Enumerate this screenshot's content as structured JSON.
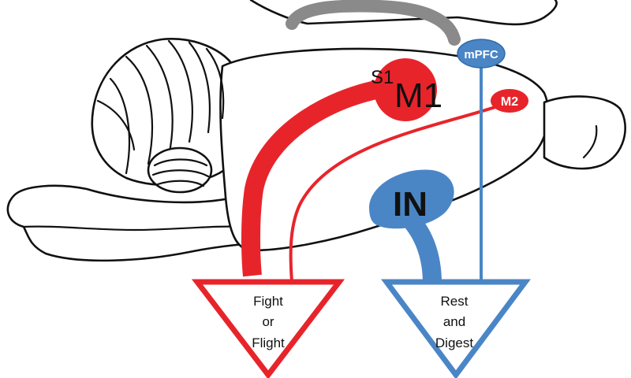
{
  "colors": {
    "sympathetic": "#e8242b",
    "parasympathetic": "#4a86c6",
    "connector": "#8a8a8a",
    "outline": "#111111"
  },
  "regions": {
    "s1": "S1",
    "m1": "M1",
    "m2": "M2",
    "mpfc": "mPFC",
    "in": "IN"
  },
  "outputs": {
    "left": {
      "line1": "Fight",
      "line2": "or",
      "line3": "Flight"
    },
    "right": {
      "line1": "Rest",
      "line2": "and",
      "line3": "Digest"
    }
  }
}
